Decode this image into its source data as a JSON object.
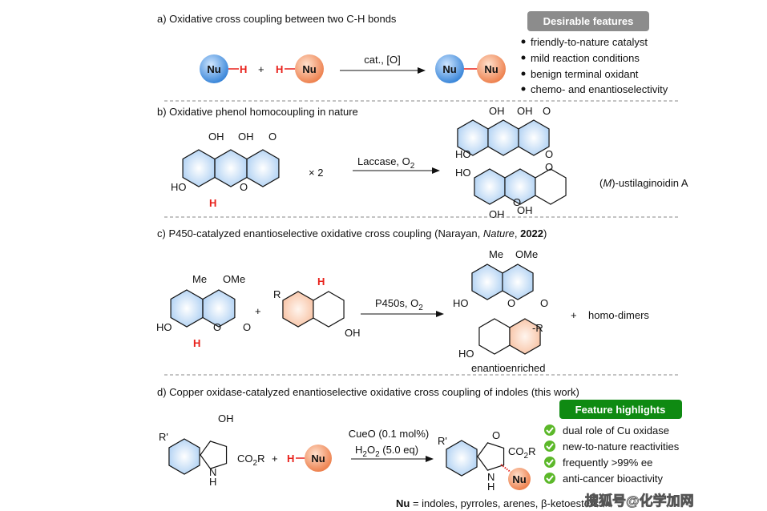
{
  "colors": {
    "blue_ball": "#3d8fe0",
    "orange_ball": "#f08a5a",
    "red_h": "#e8201a",
    "gray_badge": "#8c8c8c",
    "green_badge": "#0f8a12",
    "check_green": "#5cb82a"
  },
  "section_a": {
    "title": "a) Oxidative cross coupling between two C-H bonds",
    "nu": "Nu",
    "h": "H",
    "plus": "+",
    "conditions": "cat., [O]",
    "badge": "Desirable features",
    "features": [
      "friendly-to-nature catalyst",
      "mild reaction conditions",
      "benign terminal oxidant",
      "chemo- and enantioselectivity"
    ]
  },
  "section_b": {
    "title": "b) Oxidative phenol homocoupling in nature",
    "labels": {
      "oh": "OH",
      "ho": "HO",
      "o": "O",
      "h": "H"
    },
    "times": "× 2",
    "conditions": "Laccase, O",
    "conditions_sub": "2",
    "product_prefix": "(",
    "product_m": "M",
    "product_name": ")-ustilaginoidin A"
  },
  "section_c": {
    "title_start": "c) P450-catalyzed enantioselective oxidative cross coupling (Narayan, ",
    "title_journal": "Nature",
    "title_sep": ", ",
    "title_year": "2022",
    "title_end": ")",
    "labels": {
      "me": "Me",
      "ome": "OMe",
      "ho": "HO",
      "oh": "OH",
      "o": "O",
      "h": "H",
      "r": "R",
      "rdash": "-R"
    },
    "plus": "+",
    "conditions": "P450s, O",
    "conditions_sub": "2",
    "enantio": "enantioenriched",
    "byproduct": "+    homo-dimers"
  },
  "section_d": {
    "title": "d) Copper oxidase-catalyzed enantioselective oxidative cross coupling of indoles (this work)",
    "labels": {
      "rp": "R'",
      "oh": "OH",
      "co2r": "CO",
      "co2r_sub": "2",
      "co2r_end": "R",
      "n": "N",
      "h": "H",
      "o": "O"
    },
    "plus": "+",
    "nu": "Nu",
    "conditions1": "CueO (0.1 mol%)",
    "conditions2_a": "H",
    "conditions2_sub1": "2",
    "conditions2_b": "O",
    "conditions2_sub2": "2",
    "conditions2_c": " (5.0 eq)",
    "badge": "Feature highlights",
    "highlights": [
      "dual role of Cu oxidase",
      "new-to-nature reactivities",
      "frequently >99% ee",
      "anti-cancer bioactivity"
    ],
    "footnote_bold": "Nu",
    "footnote": " = indoles, pyrroles, arenes, β-ketoesters"
  },
  "watermark": "搜狐号@化学加网"
}
